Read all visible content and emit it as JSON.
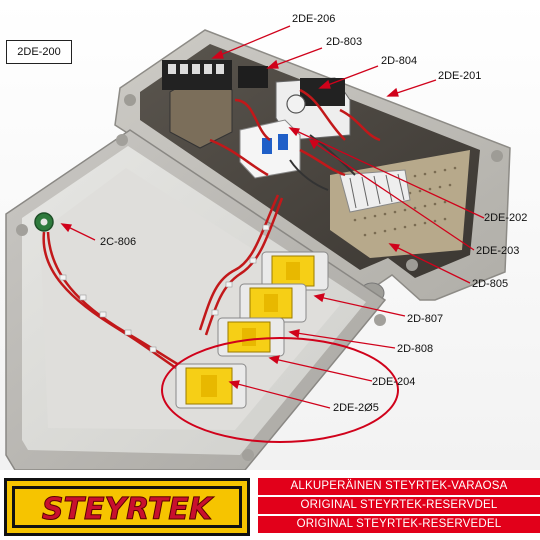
{
  "labels": {
    "box": "2DE-200",
    "l206": "2DE-206",
    "l803": "2D-803",
    "l804": "2D-804",
    "l201": "2DE-201",
    "l806": "2C-806",
    "l202": "2DE-202",
    "l203": "2DE-203",
    "l805": "2D-805",
    "l807": "2D-807",
    "l808": "2D-808",
    "l204": "2DE-204",
    "l205": "2DE-2Ø5"
  },
  "banner": {
    "logo_text": "STEYRTEK",
    "lines": [
      "ALKUPERÄINEN STEYRTEK-VARAOSA",
      "ORIGINAL STEYRTEK-RESERVDEL",
      "ORIGINAL STEYRTEK-RESERVEDEL"
    ]
  },
  "colors": {
    "annotation_red": "#d0021b",
    "banner_red": "#e2001a",
    "logo_yellow": "#f6c400",
    "logo_red": "#c8102e"
  }
}
